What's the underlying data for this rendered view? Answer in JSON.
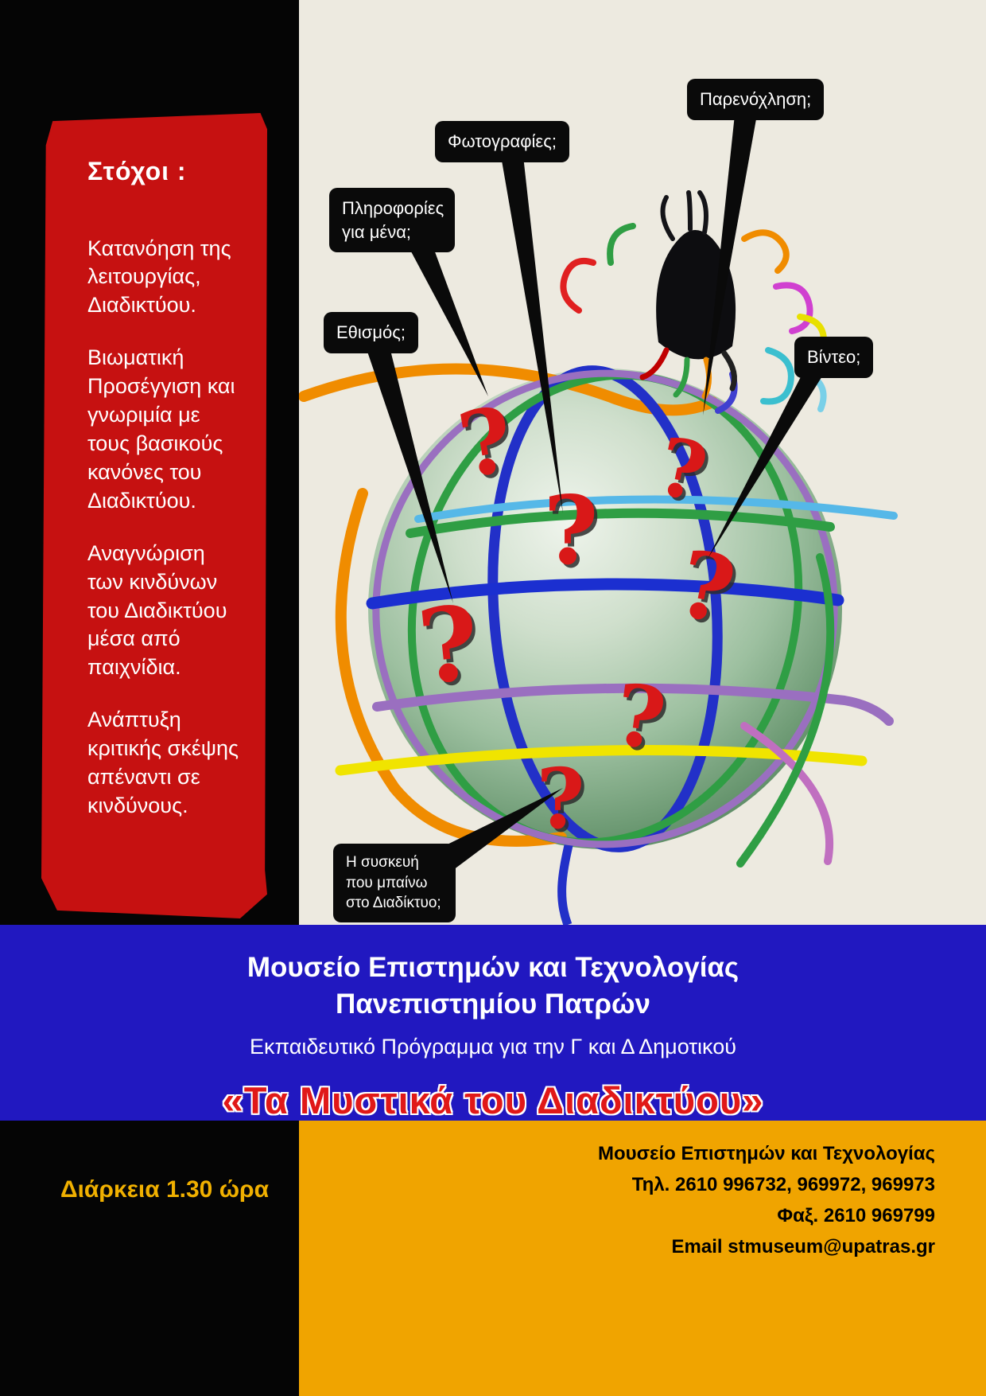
{
  "poster": {
    "goals_section": {
      "title": "Στόχοι :",
      "items": [
        "Κατανόηση της λειτουργίας, Διαδικτύου.",
        "Βιωματική Προσέγγιση και γνωριμία με τους βασικούς κανόνες του Διαδικτύου.",
        "Αναγνώριση των κινδύνων του Διαδικτύου μέσα από παιχνίδια.",
        "Ανάπτυξη κριτικής σκέψης απέναντι σε κινδύνους."
      ]
    },
    "callouts": {
      "info": "Πληροφορίες για μένα;",
      "photos": "Φωτογραφίες;",
      "harassment": "Παρενόχληση;",
      "addiction": "Εθισμός;",
      "video": "Βίντεο;",
      "device": "Η συσκευή που μπαίνω στο Διαδίκτυο;"
    },
    "globe": {
      "question_mark": "?"
    },
    "banner": {
      "museum_line1": "Μουσείο  Επιστημών και Τεχνολογίας",
      "museum_line2": "Πανεπιστημίου Πατρών",
      "program": "Εκπαιδευτικό Πρόγραμμα για την Γ και Δ Δημοτικού",
      "title": "«Τα Μυστικά του Διαδικτύου»"
    },
    "footer": {
      "duration": "Διάρκεια  1.30 ώρα",
      "contact_lines": [
        "Μουσείο Επιστημών και Τεχνολογίας",
        "Τηλ. 2610 996732, 969972, 969973",
        "Φαξ. 2610 969799",
        "Email stmuseum@upatras.gr"
      ]
    },
    "colors": {
      "ribbon_red": "#c61111",
      "band_blue": "#2118c0",
      "block_orange": "#f0a400",
      "title_red": "#e01818",
      "question_red": "#d91818",
      "background_cream": "#edeae0",
      "background_black": "#050505"
    }
  }
}
